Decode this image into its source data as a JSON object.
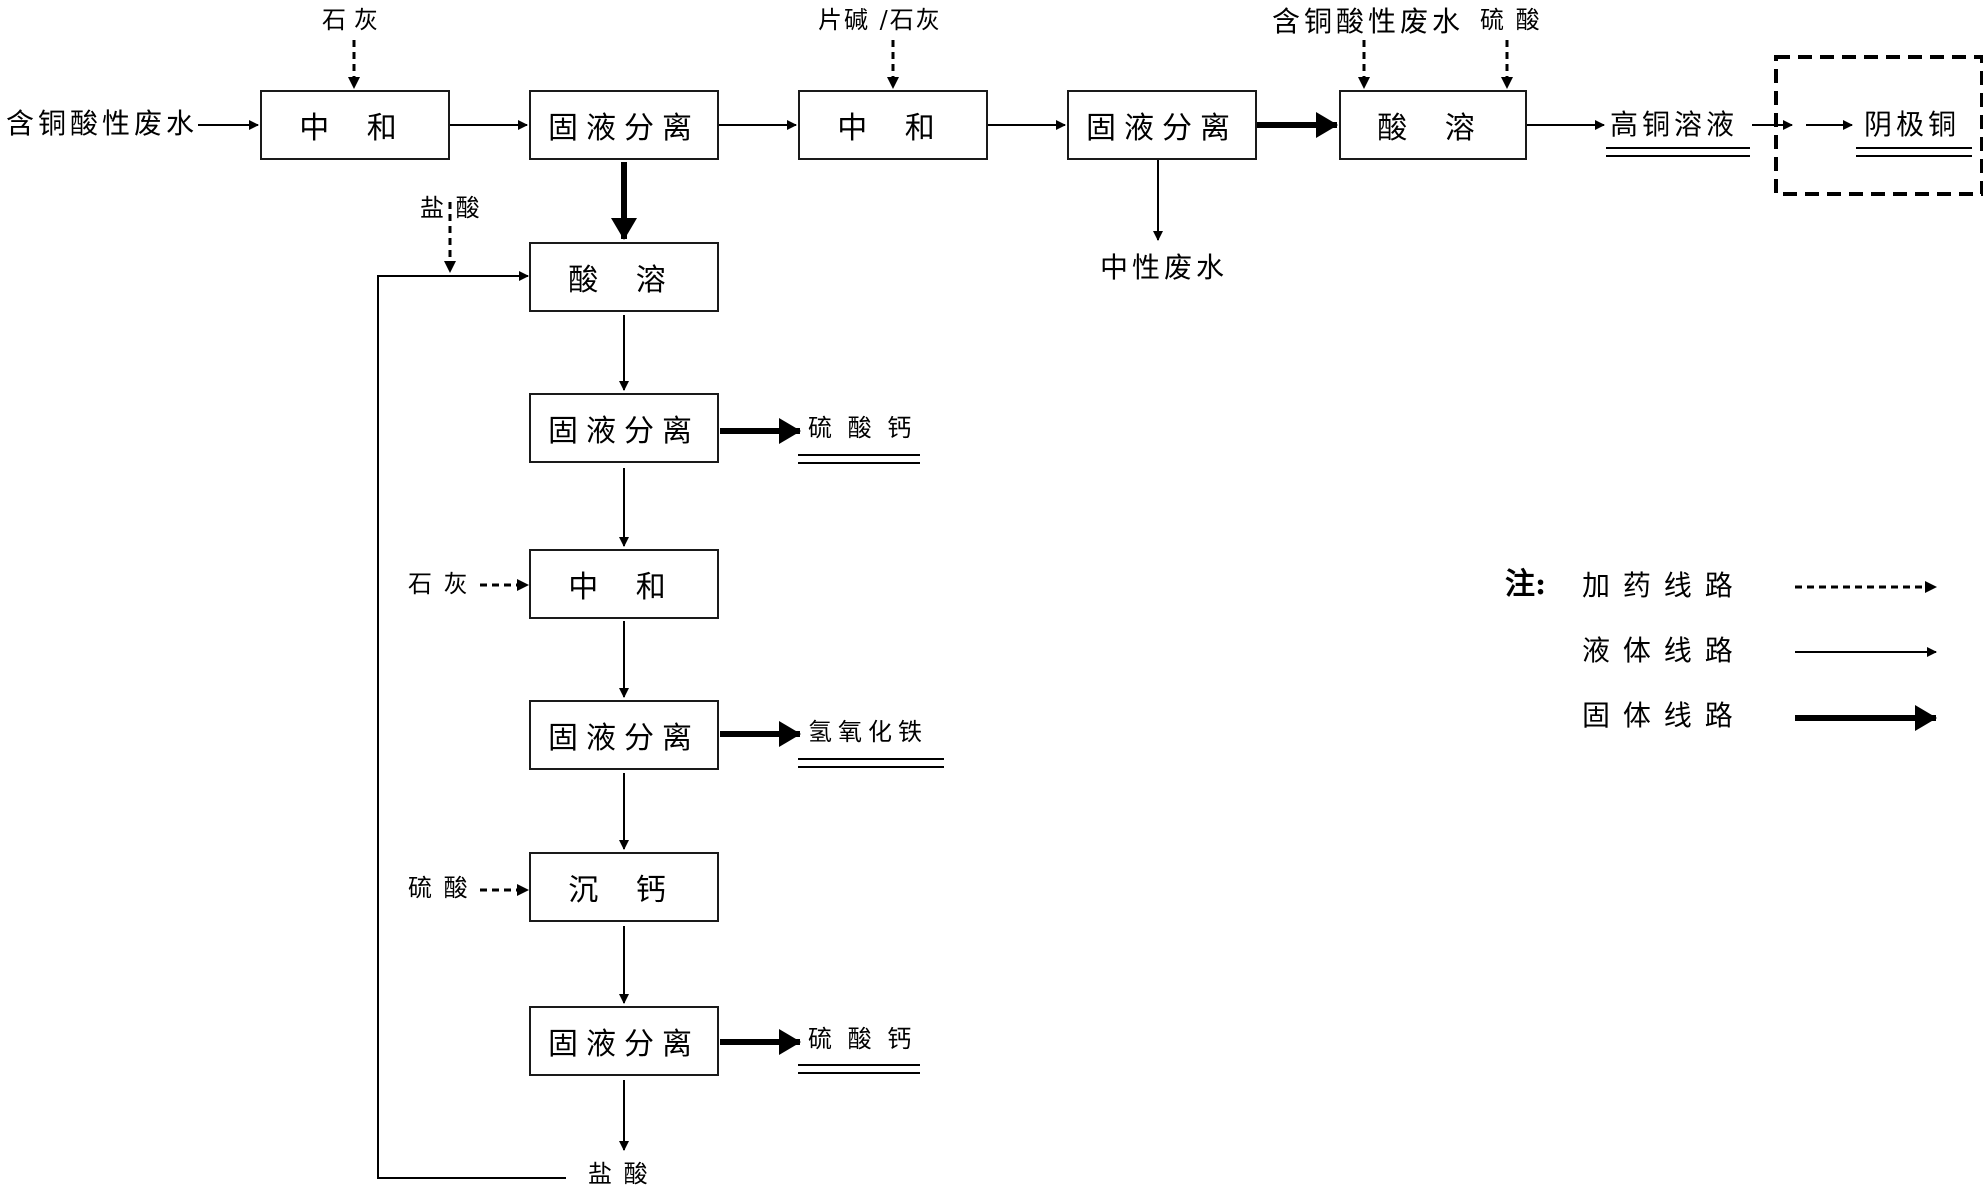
{
  "inputs": {
    "feed_left": "含铜酸性废水",
    "feed_top": "含铜酸性废水",
    "lime_1": "石灰",
    "caustic_lime": "片碱 /石灰",
    "sulfuric_top": "硫 酸",
    "hcl_top": "盐 酸",
    "lime_2": "石 灰",
    "sulfuric_2": "硫 酸",
    "hcl_recycle": "盐 酸"
  },
  "boxes": {
    "neutralize_1": "中 和",
    "separate_1": "固液分离",
    "neutralize_2": "中 和",
    "separate_2": "固液分离",
    "acid_dissolve_1": "酸 溶",
    "acid_dissolve_2": "酸 溶",
    "separate_3": "固液分离",
    "neutralize_3": "中 和",
    "separate_4": "固液分离",
    "calcium_precip": "沉 钙",
    "separate_5": "固液分离"
  },
  "outputs": {
    "neutral_wastewater": "中性废水",
    "high_copper_solution": "高铜溶液",
    "cathode_copper": "阴极铜",
    "calcium_sulfate_1": "硫 酸 钙",
    "iron_hydroxide": "氢氧化铁",
    "calcium_sulfate_2": "硫 酸 钙"
  },
  "legend": {
    "note": "注:",
    "dosing_line": "加 药 线 路",
    "liquid_line": "液 体 线 路",
    "solid_line": "固 体 线 路"
  }
}
